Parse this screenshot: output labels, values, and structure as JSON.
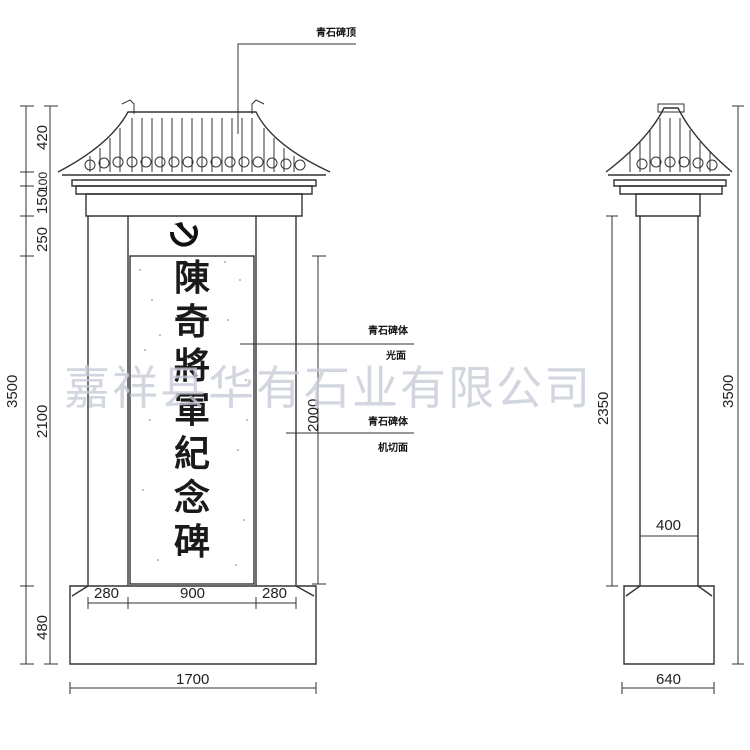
{
  "annotations": {
    "cap_label": "青石碑顶",
    "face_label_1": "青石碑体",
    "face_label_2": "光面",
    "side_label_1": "青石碑体",
    "side_label_2": "机切面"
  },
  "inscription": "陳奇將軍紀念碑",
  "watermark": "嘉祥县华有石业有限公司",
  "dimensions": {
    "front_left": [
      "420",
      "100",
      "150",
      "250",
      "2100",
      "480"
    ],
    "front_total_height": "3500",
    "front_face_height": "2000",
    "front_widths": [
      "280",
      "900",
      "280"
    ],
    "front_base_width": "1700",
    "side_body_height": "2350",
    "side_total_height": "3500",
    "side_body_width": "400",
    "side_base_width": "640"
  }
}
